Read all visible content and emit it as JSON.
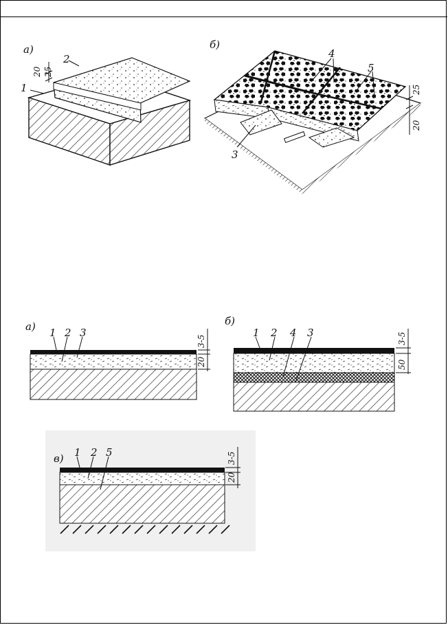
{
  "fig1": {
    "panel_a": {
      "letter": "а)",
      "labels": [
        "1",
        "2"
      ],
      "dims": [
        "20",
        "25"
      ]
    },
    "panel_b": {
      "letter": "б)",
      "labels": [
        "3",
        "4",
        "5"
      ],
      "dims": [
        "25",
        "20"
      ]
    }
  },
  "fig2": {
    "panel_a": {
      "letter": "а)",
      "labels": [
        "1",
        "2",
        "3"
      ],
      "dims": [
        "3-5",
        "20"
      ]
    },
    "panel_b": {
      "letter": "б)",
      "labels": [
        "1",
        "2",
        "4",
        "3"
      ],
      "dims": [
        "3-5",
        "50"
      ]
    },
    "panel_c": {
      "letter": "в)",
      "labels": [
        "1",
        "2",
        "5"
      ],
      "dims": [
        "3-5",
        "20"
      ]
    }
  },
  "colors": {
    "ink": "#111111",
    "paper": "#ffffff",
    "grey_panel": "#f0f0f0"
  }
}
